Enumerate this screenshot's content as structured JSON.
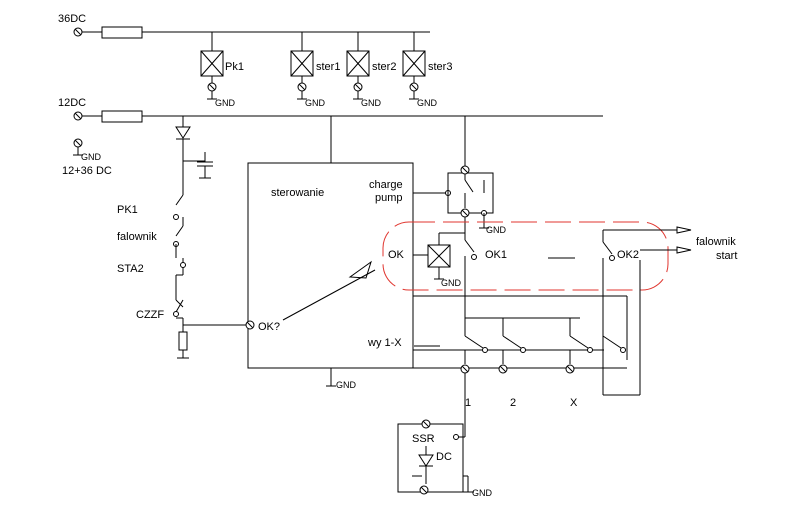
{
  "rails": {
    "v36": "36DC",
    "v12": "12DC",
    "v12_36": "12+36 DC"
  },
  "relays": {
    "pk1": "Pk1",
    "ster1": "ster1",
    "ster2": "ster2",
    "ster3": "ster3"
  },
  "ground_label": "GND",
  "controller": {
    "title": "sterowanie",
    "charge_pump_line1": "charge",
    "charge_pump_line2": "pump",
    "ok": "OK",
    "ok_input": "OK?",
    "ok1": "OK1",
    "ok2": "OK2",
    "outputs": "wy 1-X"
  },
  "chain": {
    "pk1": "PK1",
    "falownik": "falownik",
    "sta2": "STA2",
    "czzf": "CZZF"
  },
  "outputs": {
    "o1": "1",
    "o2": "2",
    "ox": "X"
  },
  "ssr": {
    "label": "SSR",
    "dc": "DC"
  },
  "falownik_start": {
    "line1": "falownik",
    "line2": "start"
  }
}
